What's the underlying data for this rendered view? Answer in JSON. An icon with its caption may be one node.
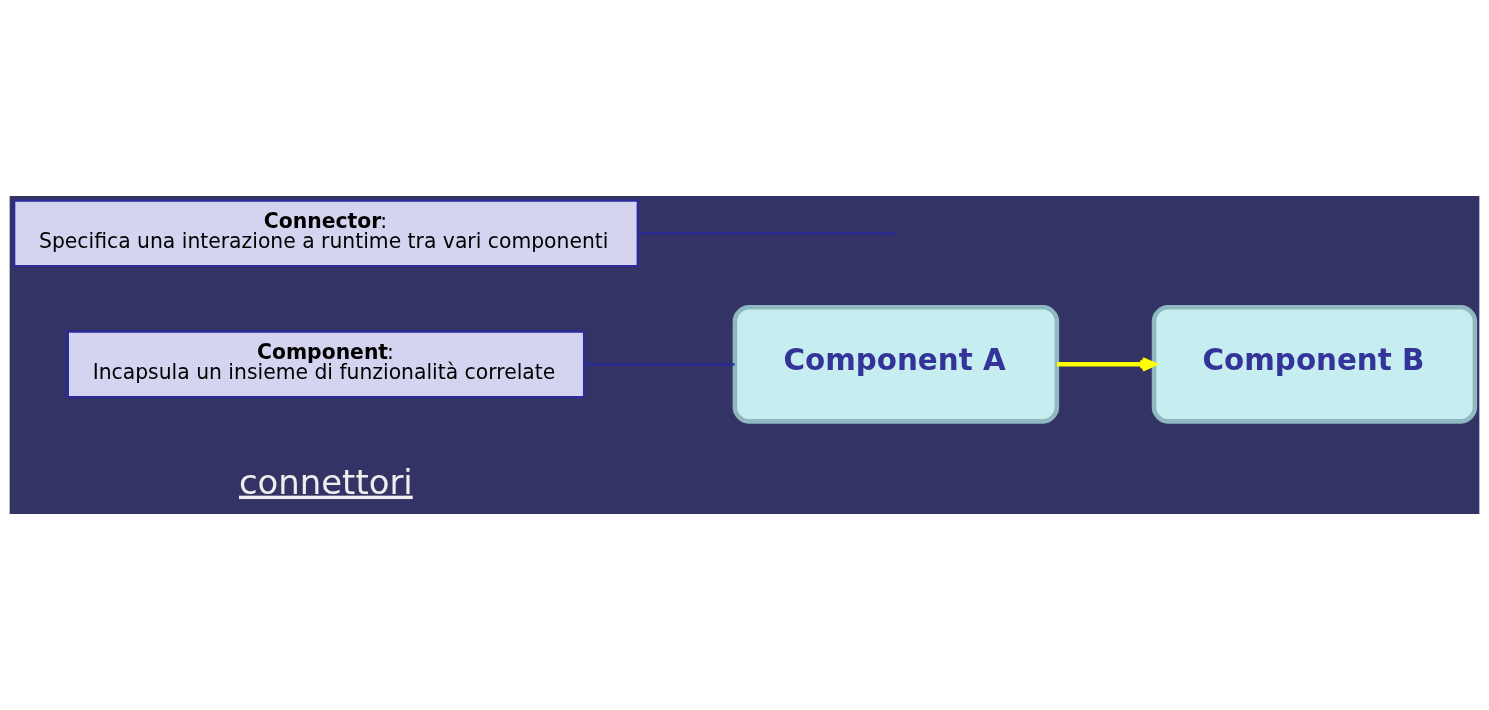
{
  "diagram": {
    "nodes": [
      {
        "text": [
          "Component A"
        ]
      },
      {
        "text": [
          "Component B"
        ]
      },
      {
        "text": [
          "**Component**:",
          "Incapsula un insieme di funzionalità correlate"
        ]
      },
      {
        "text": [
          "**Connector**:",
          "Specifica una interazione a runtime tra vari componenti"
        ]
      }
    ],
    "edges": [
      {
        "from": 0,
        "to": 1,
        "arrow": "to",
        "color": "#ffff00",
        "style": "thick"
      },
      {
        "from": 2,
        "to": 0,
        "arrow": "none"
      },
      {
        "from": 3,
        "to": null,
        "arrow": "none"
      }
    ],
    "labels": [
      "connettori"
    ]
  }
}
